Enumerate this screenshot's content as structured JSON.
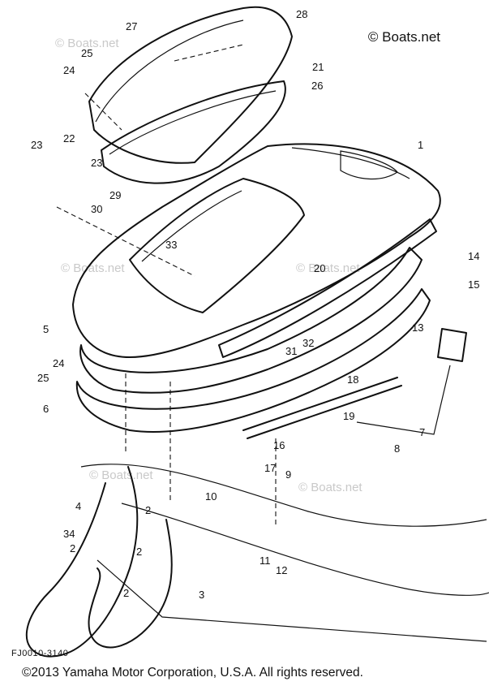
{
  "watermark": {
    "header": "© Boats.net",
    "faint": "© Boats.net"
  },
  "diagram": {
    "drawing_code": "FJ0010-3140",
    "callouts": [
      "1",
      "2",
      "3",
      "4",
      "5",
      "6",
      "7",
      "8",
      "9",
      "10",
      "11",
      "12",
      "13",
      "14",
      "15",
      "16",
      "17",
      "18",
      "19",
      "20",
      "21",
      "22",
      "23",
      "24",
      "25",
      "26",
      "27",
      "28",
      "29",
      "30",
      "31",
      "32",
      "33",
      "34"
    ]
  },
  "footer": {
    "copyright": "©2013 Yamaha Motor Corporation, U.S.A. All rights reserved."
  }
}
